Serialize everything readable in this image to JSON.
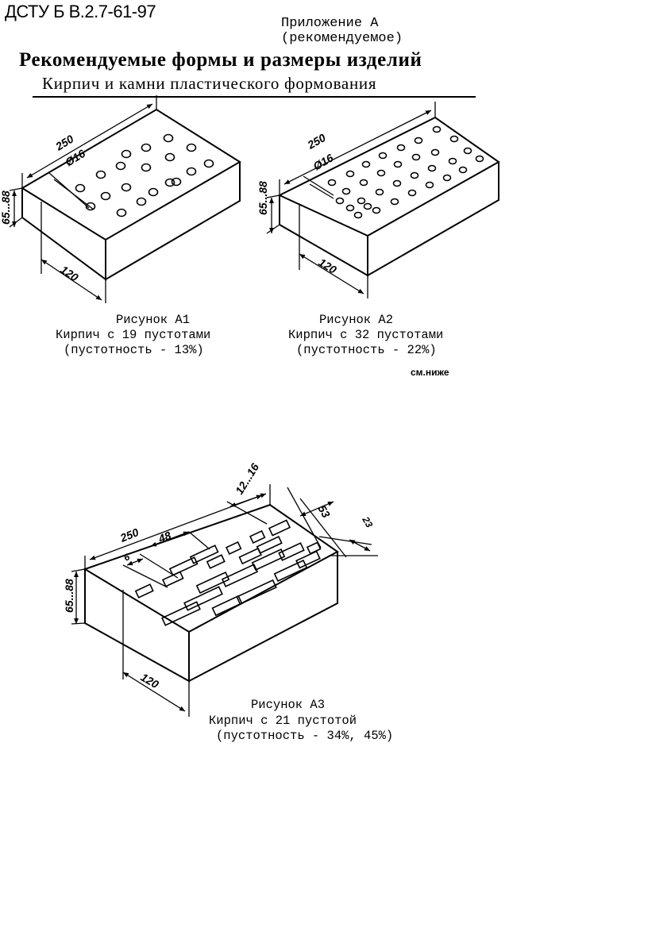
{
  "header": {
    "doc_code": "ДСТУ Б В.2.7-61-97",
    "appendix": "Приложение А",
    "appendix_type": "(рекомендуемое)",
    "title": "Рекомендуемые формы и размеры изделий",
    "subtitle": "Кирпич и камни пластического формования"
  },
  "figures": [
    {
      "label": "Рисунок А1",
      "caption": "Кирпич с 19 пустотами",
      "voidness": "(пустотность - 13%)",
      "dims": {
        "length": "250",
        "width": "120",
        "height": "65...88",
        "hole": "Ø16"
      }
    },
    {
      "label": "Рисунок А2",
      "caption": "Кирпич с 32 пустотами",
      "voidness": "(пустотность - 22%)",
      "dims": {
        "length": "250",
        "width": "120",
        "height": "65...88",
        "hole": "Ø16"
      }
    },
    {
      "label": "Рисунок А3",
      "caption": "Кирпич с 21 пустотой",
      "voidness": "(пустотность - 34%, 45%)",
      "dims": {
        "length": "250",
        "width": "120",
        "height": "65...88",
        "slot_a": "12...16",
        "slot_b": "53",
        "slot_c": "23",
        "slot_d": "48",
        "slot_e": "6"
      }
    }
  ],
  "note": "см.ниже"
}
